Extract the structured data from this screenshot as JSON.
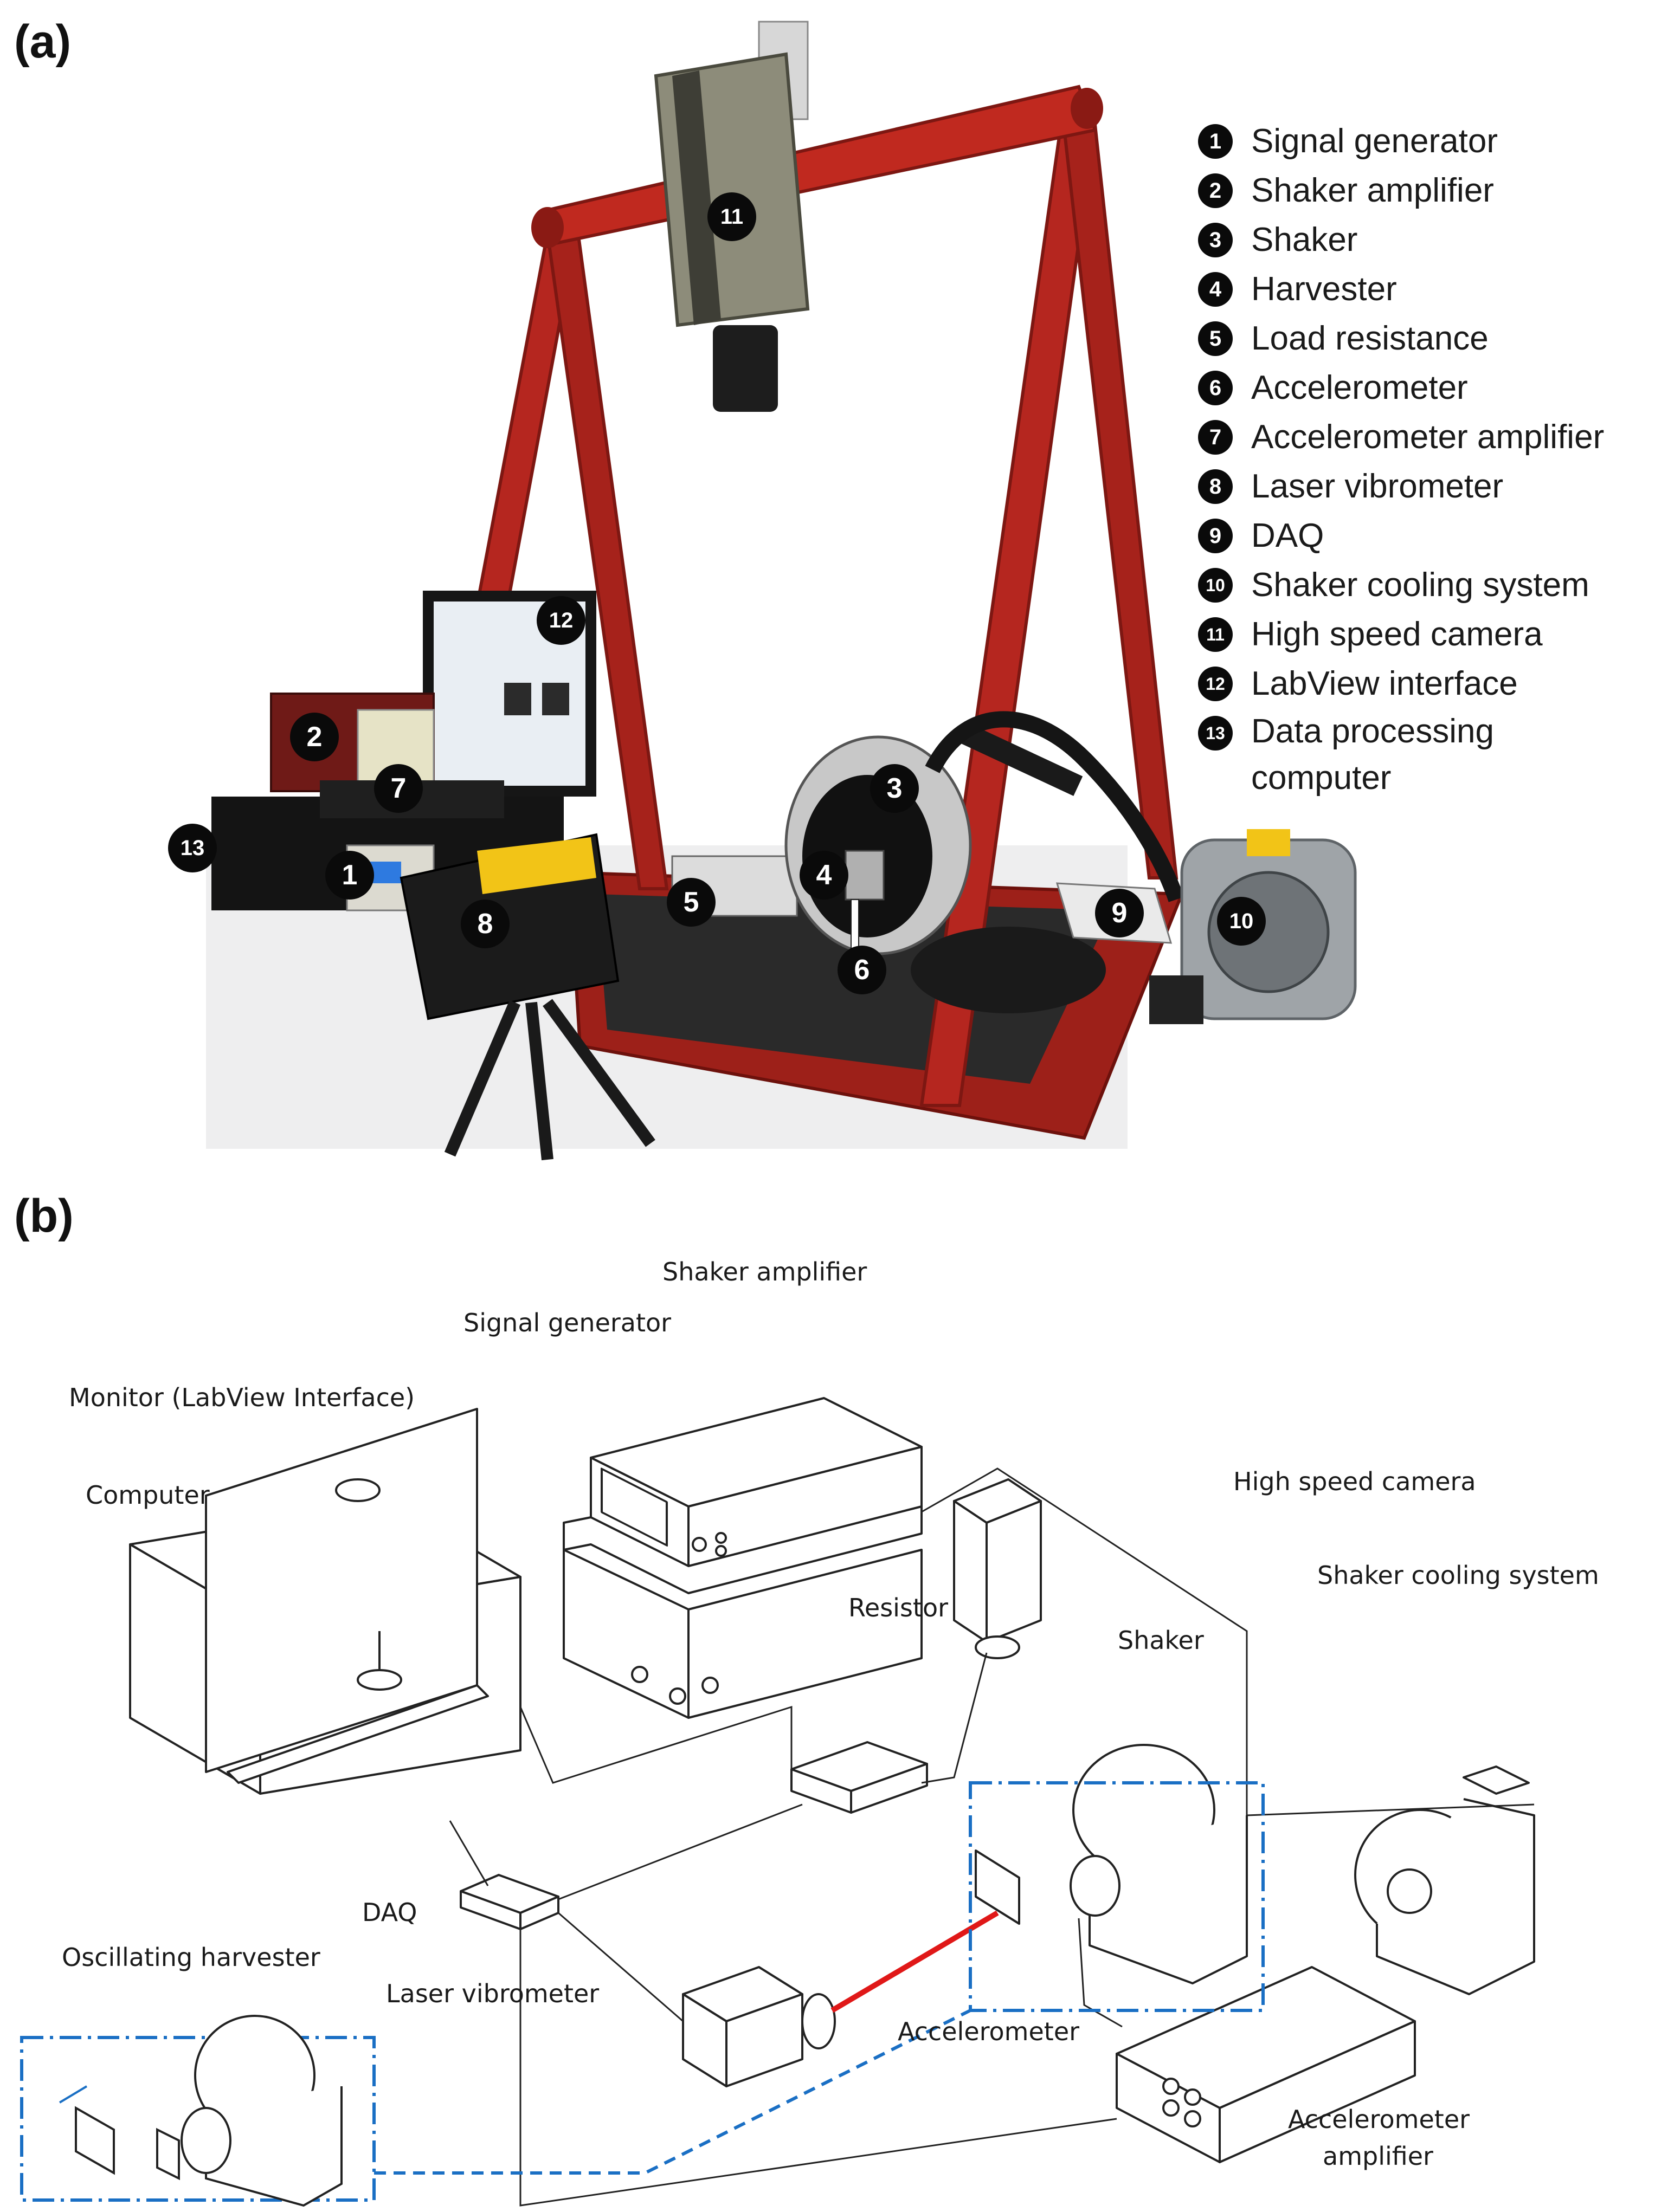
{
  "panels": {
    "a": "(a)",
    "b": "(b)"
  },
  "legend": [
    {
      "num": "1",
      "label": "Signal generator"
    },
    {
      "num": "2",
      "label": "Shaker amplifier"
    },
    {
      "num": "3",
      "label": "Shaker"
    },
    {
      "num": "4",
      "label": "Harvester"
    },
    {
      "num": "5",
      "label": "Load resistance"
    },
    {
      "num": "6",
      "label": "Accelerometer"
    },
    {
      "num": "7",
      "label": "Accelerometer amplifier"
    },
    {
      "num": "8",
      "label": "Laser vibrometer"
    },
    {
      "num": "9",
      "label": "DAQ"
    },
    {
      "num": "10",
      "label": "Shaker cooling system"
    },
    {
      "num": "11",
      "label": "High speed camera"
    },
    {
      "num": "12",
      "label": "LabView interface"
    },
    {
      "num": "13",
      "label": "Data processing computer"
    }
  ],
  "photo_markers": [
    "1",
    "2",
    "3",
    "4",
    "5",
    "6",
    "7",
    "8",
    "9",
    "10",
    "11",
    "12",
    "13"
  ],
  "photo_colors": {
    "frame": "#b5261f",
    "frame_dark": "#7d1712",
    "laser_yellow": "#f2c417"
  },
  "schematic": {
    "labels": {
      "shaker_amplifier": "Shaker amplifier",
      "signal_generator": "Signal generator",
      "monitor": "Monitor (LabView Interface)",
      "computer": "Computer",
      "high_speed_camera": "High speed camera",
      "shaker_cooling": "Shaker cooling system",
      "resistor": "Resistor",
      "shaker": "Shaker",
      "daq": "DAQ",
      "oscillating_harvester": "Oscillating harvester",
      "laser_vibrometer": "Laser vibrometer",
      "accelerometer": "Accelerometer",
      "accelerometer_amplifier_1": "Accelerometer",
      "accelerometer_amplifier_2": "amplifier"
    },
    "colors": {
      "laser_beam": "#e01818",
      "detail_box": "#1a6fc4"
    }
  }
}
